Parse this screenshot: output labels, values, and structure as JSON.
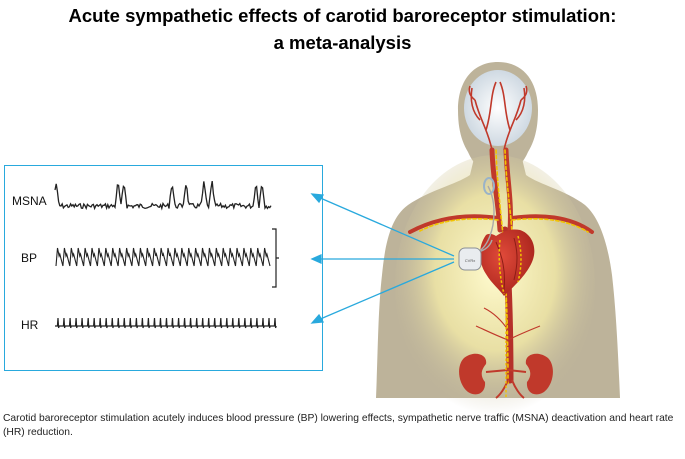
{
  "title": {
    "line1": "Acute sympathetic effects of carotid baroreceptor stimulation:",
    "line2": "a meta-analysis"
  },
  "traces": {
    "msna_label": "MSNA",
    "bp_label": "BP",
    "hr_label": "HR"
  },
  "device": {
    "label": "CVRx"
  },
  "caption": "Carotid baroreceptor stimulation acutely induces blood pressure (BP) lowering effects, sympathetic nerve traffic (MSNA) deactivation and heart rate (HR) reduction.",
  "colors": {
    "accent": "#29a9dd",
    "artery": "#c0392b",
    "nerve": "#f2c300",
    "body": "#bdb39a"
  }
}
